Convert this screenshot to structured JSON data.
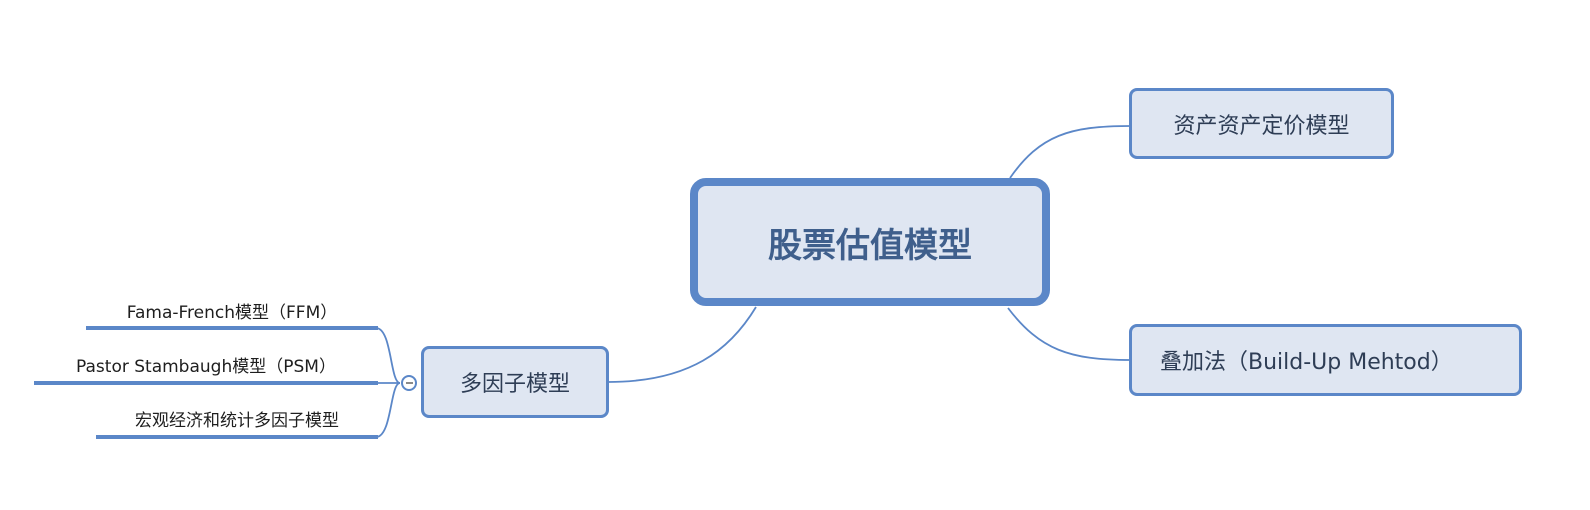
{
  "mindmap": {
    "root": {
      "label": "股票估值模型"
    },
    "branches": [
      {
        "id": "capm",
        "label": "资产资产定价模型",
        "side": "right"
      },
      {
        "id": "buildup",
        "label": "叠加法（Build-Up Mehtod）",
        "side": "right"
      },
      {
        "id": "multifactor",
        "label": "多因子模型",
        "side": "left",
        "collapsed": false,
        "children": [
          {
            "label": "Fama-French模型（FFM）"
          },
          {
            "label": "Pastor Stambaugh模型（PSM）"
          },
          {
            "label": "宏观经济和统计多因子模型"
          }
        ]
      }
    ],
    "colors": {
      "line": "#5b87c8",
      "node_fill": "#dfe6f2",
      "root_text": "#3f5f8c",
      "text": "#2e3d55"
    }
  }
}
